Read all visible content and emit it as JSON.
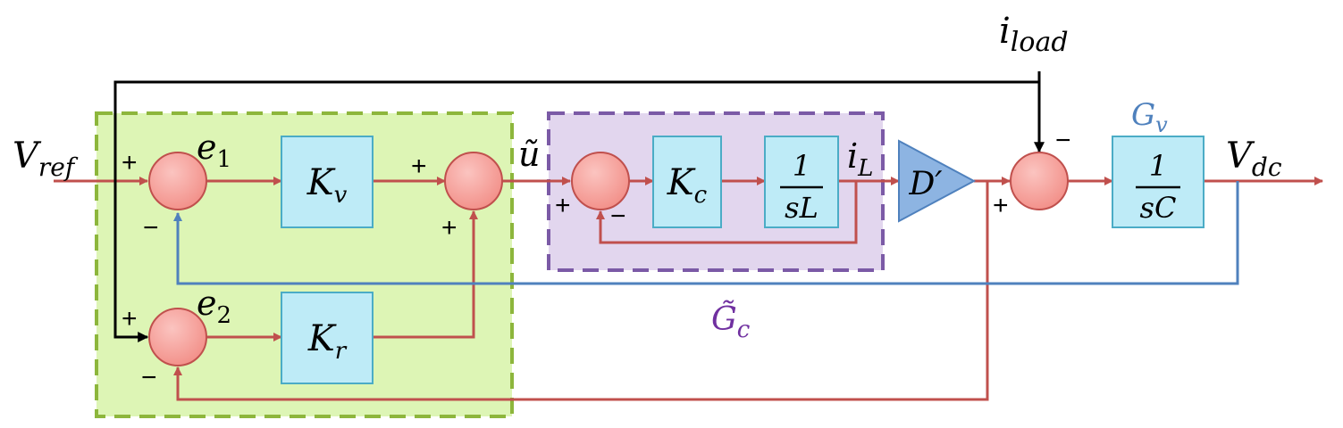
{
  "colors": {
    "signal_red": "#C0504D",
    "feedback_blue": "#4F81BD",
    "load_black": "#000000",
    "outer_box_fill": "#DDF5B5",
    "outer_box_stroke": "#8DB63C",
    "inner_box_fill": "#E2D6EE",
    "inner_box_stroke": "#7B5AA6",
    "block_fill": "#BEEBF7",
    "block_stroke": "#4BACC6",
    "summer_fill": "#F6A09A",
    "summer_stroke": "#C0504D",
    "gain_fill": "#8DB4E2",
    "gain_stroke": "#4F81BD",
    "label_gv": "#4F81BD",
    "label_gc": "#7030A0"
  },
  "signals": {
    "v_ref": {
      "main": "V",
      "sub": "ref"
    },
    "e1": {
      "main": "e",
      "sub": "1"
    },
    "e2": {
      "main": "e",
      "sub": "2"
    },
    "u_tilde": "ũ",
    "i_l": {
      "main": "i",
      "sub": "L"
    },
    "i_load": {
      "main": "i",
      "sub": "load"
    },
    "v_dc": {
      "main": "V",
      "sub": "dc"
    }
  },
  "blocks": {
    "kv": {
      "main": "K",
      "sub": "v"
    },
    "kr": {
      "main": "K",
      "sub": "r"
    },
    "kc": {
      "main": "K",
      "sub": "c"
    },
    "inductor": {
      "num": "1",
      "den": "sL"
    },
    "capacitor": {
      "num": "1",
      "den": "sC"
    },
    "duty_gain": "D′"
  },
  "group_labels": {
    "gv": {
      "main": "G",
      "sub": "v"
    },
    "gc": {
      "main": "G̃",
      "sub": "c"
    }
  },
  "signs": {
    "plus": "+",
    "minus": "−"
  }
}
